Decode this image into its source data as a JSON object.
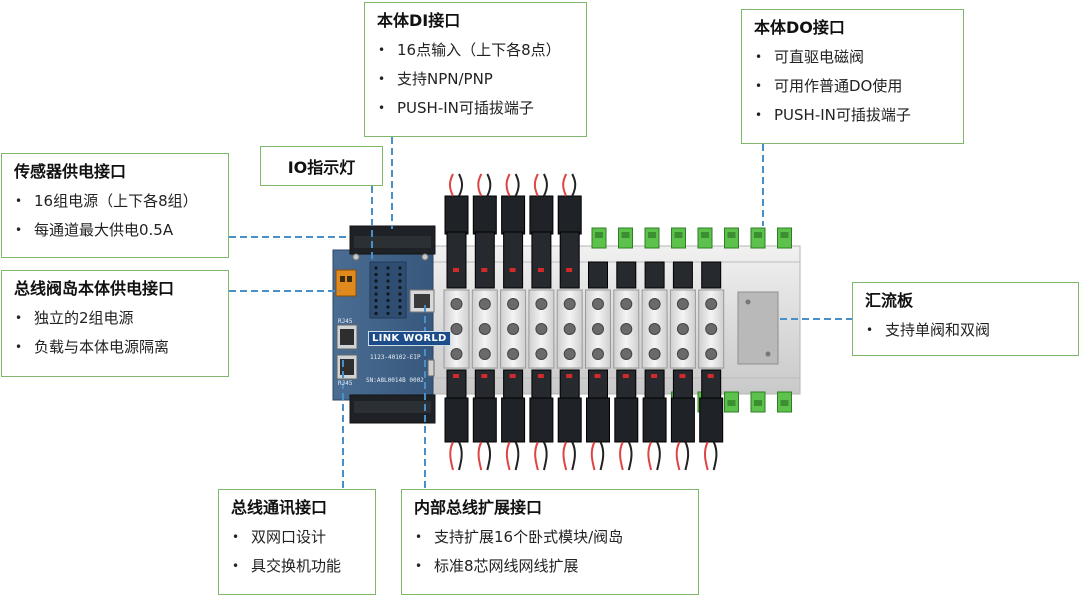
{
  "device": {
    "brand": "LINK WORLD",
    "model": "1123-40102-EIP",
    "serial": "SN:A8L0014B 0002",
    "port1": "RJ45",
    "port2": "RJ45"
  },
  "callouts": {
    "di": {
      "title": "本体DI接口",
      "items": [
        "16点输入（上下各8点）",
        "支持NPN/PNP",
        "PUSH-IN可插拔端子"
      ]
    },
    "do": {
      "title": "本体DO接口",
      "items": [
        "可直驱电磁阀",
        "可用作普通DO使用",
        "PUSH-IN可插拔端子"
      ]
    },
    "io_led": {
      "title": "IO指示灯"
    },
    "sensor_power": {
      "title": "传感器供电接口",
      "items": [
        "16组电源（上下各8组）",
        "每通道最大供电0.5A"
      ]
    },
    "bus_power": {
      "title": "总线阀岛本体供电接口",
      "items": [
        "独立的2组电源",
        "负载与本体电源隔离"
      ]
    },
    "manifold": {
      "title": "汇流板",
      "items": [
        "支持单阀和双阀"
      ]
    },
    "comm": {
      "title": "总线通讯接口",
      "items": [
        "双网口设计",
        "具交换机功能"
      ]
    },
    "expansion": {
      "title": "内部总线扩展接口",
      "items": [
        "支持扩展16个卧式模块/阀岛",
        "标准8芯网线网线扩展"
      ]
    }
  },
  "colors": {
    "box_border": "#7fb86a",
    "leader_line": "#4a90c8",
    "module_blue": "#3d5f86",
    "valve_black": "#1f2226",
    "terminal_green": "#5cc24b",
    "led_red": "#d22a2a"
  }
}
